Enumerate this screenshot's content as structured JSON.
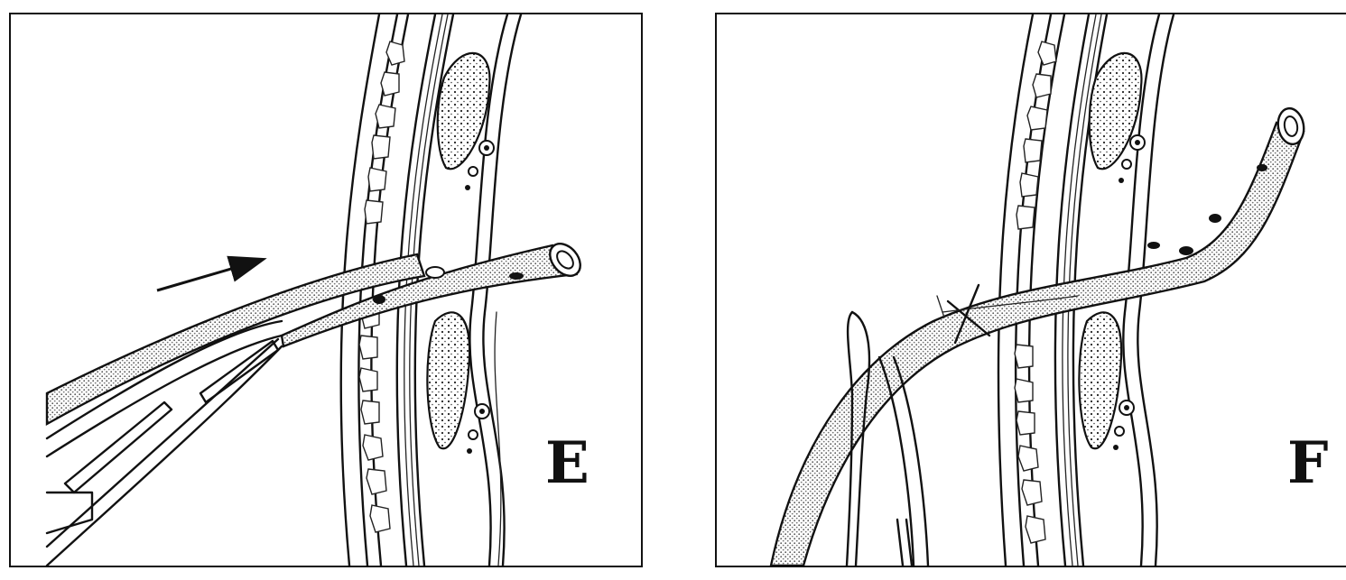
{
  "panels": [
    {
      "id": "E",
      "label": "E"
    },
    {
      "id": "F",
      "label": "F"
    }
  ]
}
